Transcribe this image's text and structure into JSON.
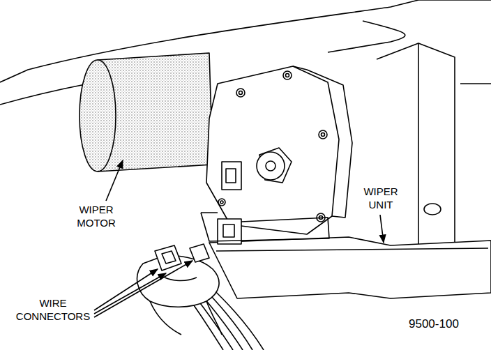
{
  "diagram": {
    "labels": [
      "WIPER MOTOR",
      "WIRE CONNECTORS",
      "WIPER UNIT",
      "9500-100"
    ]
  }
}
